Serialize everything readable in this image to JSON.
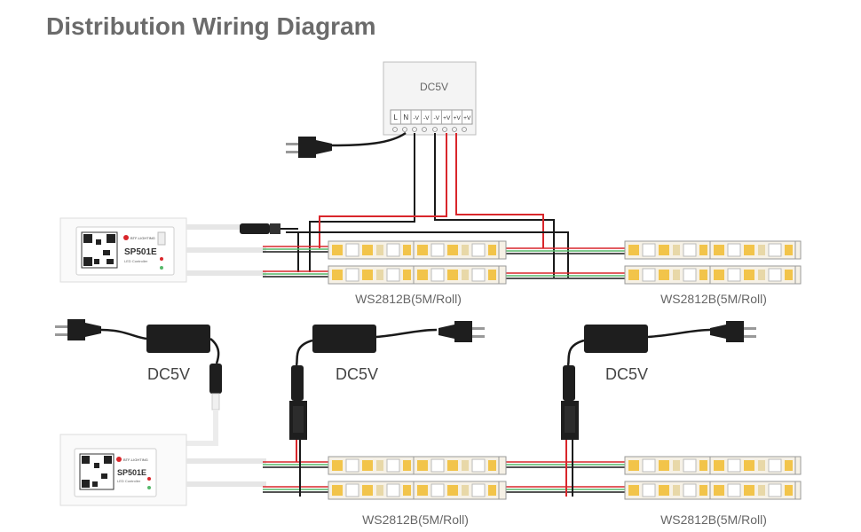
{
  "title": "Distribution Wiring Diagram",
  "psu_main": {
    "label": "DC5V",
    "terminals": [
      "L",
      "N",
      "-V",
      "-V",
      "-V",
      "+V",
      "+V",
      "+V"
    ]
  },
  "controller": {
    "brand": "BTF-LIGHTING",
    "model": "SP501E",
    "subtitle": "LED Controller"
  },
  "adapters": [
    {
      "label": "DC5V"
    },
    {
      "label": "DC5V"
    },
    {
      "label": "DC5V"
    }
  ],
  "strips": {
    "top_left": "WS2812B(5M/Roll)",
    "top_right": "WS2812B(5M/Roll)",
    "bottom_left": "WS2812B(5M/Roll)",
    "bottom_right": "WS2812B(5M/Roll)"
  },
  "colors": {
    "title": "#6b6b6b",
    "wire_red": "#d9262b",
    "wire_black": "#1a1a1a",
    "wire_green": "#56b86a",
    "strip_fill": "#f6f1e6",
    "led_yellow": "#f2c44a",
    "adapter_body": "#1e1e1e"
  }
}
